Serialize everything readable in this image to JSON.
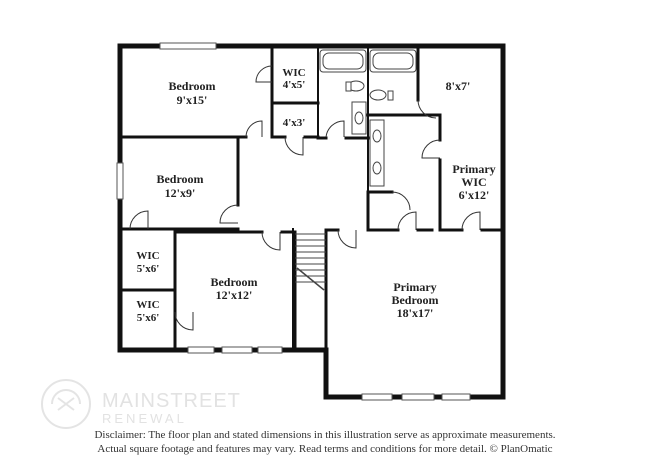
{
  "rooms": {
    "bedroom_top": {
      "name": "Bedroom",
      "dim": "9'x15'"
    },
    "wic_top": {
      "name": "WIC",
      "dim": "4'x5'"
    },
    "closet_small": {
      "dim": "4'x3'"
    },
    "bedroom_mid": {
      "name": "Bedroom",
      "dim": "12'x9'"
    },
    "wic_left_1": {
      "name": "WIC",
      "dim": "5'x6'"
    },
    "wic_left_2": {
      "name": "WIC",
      "dim": "5'x6'"
    },
    "bedroom_bottom": {
      "name": "Bedroom",
      "dim": "12'x12'"
    },
    "room_8x7": {
      "dim": "8'x7'"
    },
    "primary_wic": {
      "line1": "Primary",
      "line2": "WIC",
      "dim": "6'x12'"
    },
    "primary_bedroom": {
      "line1": "Primary",
      "line2": "Bedroom",
      "dim": "18'x17'"
    }
  },
  "watermark": {
    "brand_line1": "MAINSTREET",
    "brand_line2": "RENEWAL"
  },
  "disclaimer": {
    "line1": "Disclaimer: The floor plan and stated dimensions in this illustration serve as approximate measurements.",
    "line2": "Actual square footage and features may vary. Read terms and conditions for more detail. © PlanOmatic"
  }
}
